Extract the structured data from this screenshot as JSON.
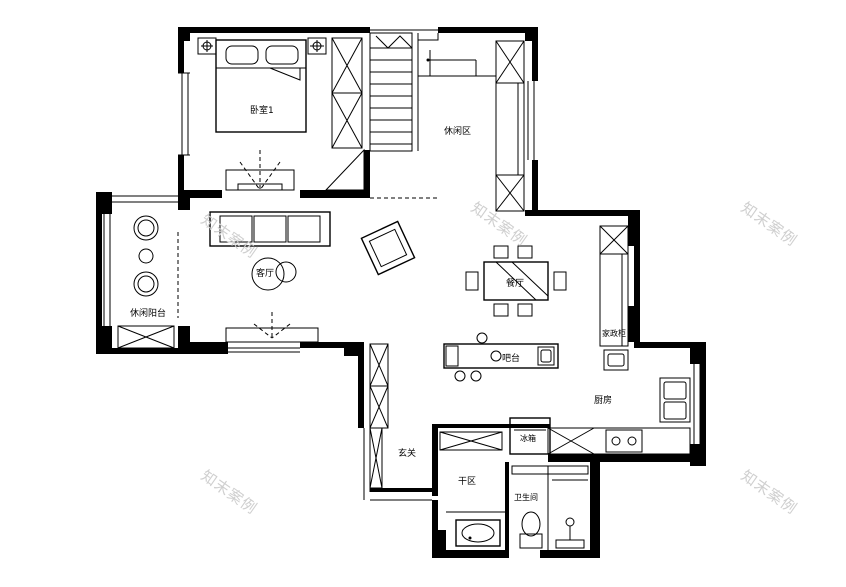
{
  "rooms": {
    "bedroom": "卧室1",
    "leisure_area": "休闲区",
    "living_room": "客厅",
    "dining_room": "餐厅",
    "leisure_balcony": "休闲阳台",
    "island": "吧台",
    "kitchen": "厨房",
    "fridge": "冰箱",
    "pantry": "家政柜",
    "entrance": "玄关",
    "dry_area": "干区",
    "bathroom": "卫生间"
  },
  "watermark": "知末案例"
}
